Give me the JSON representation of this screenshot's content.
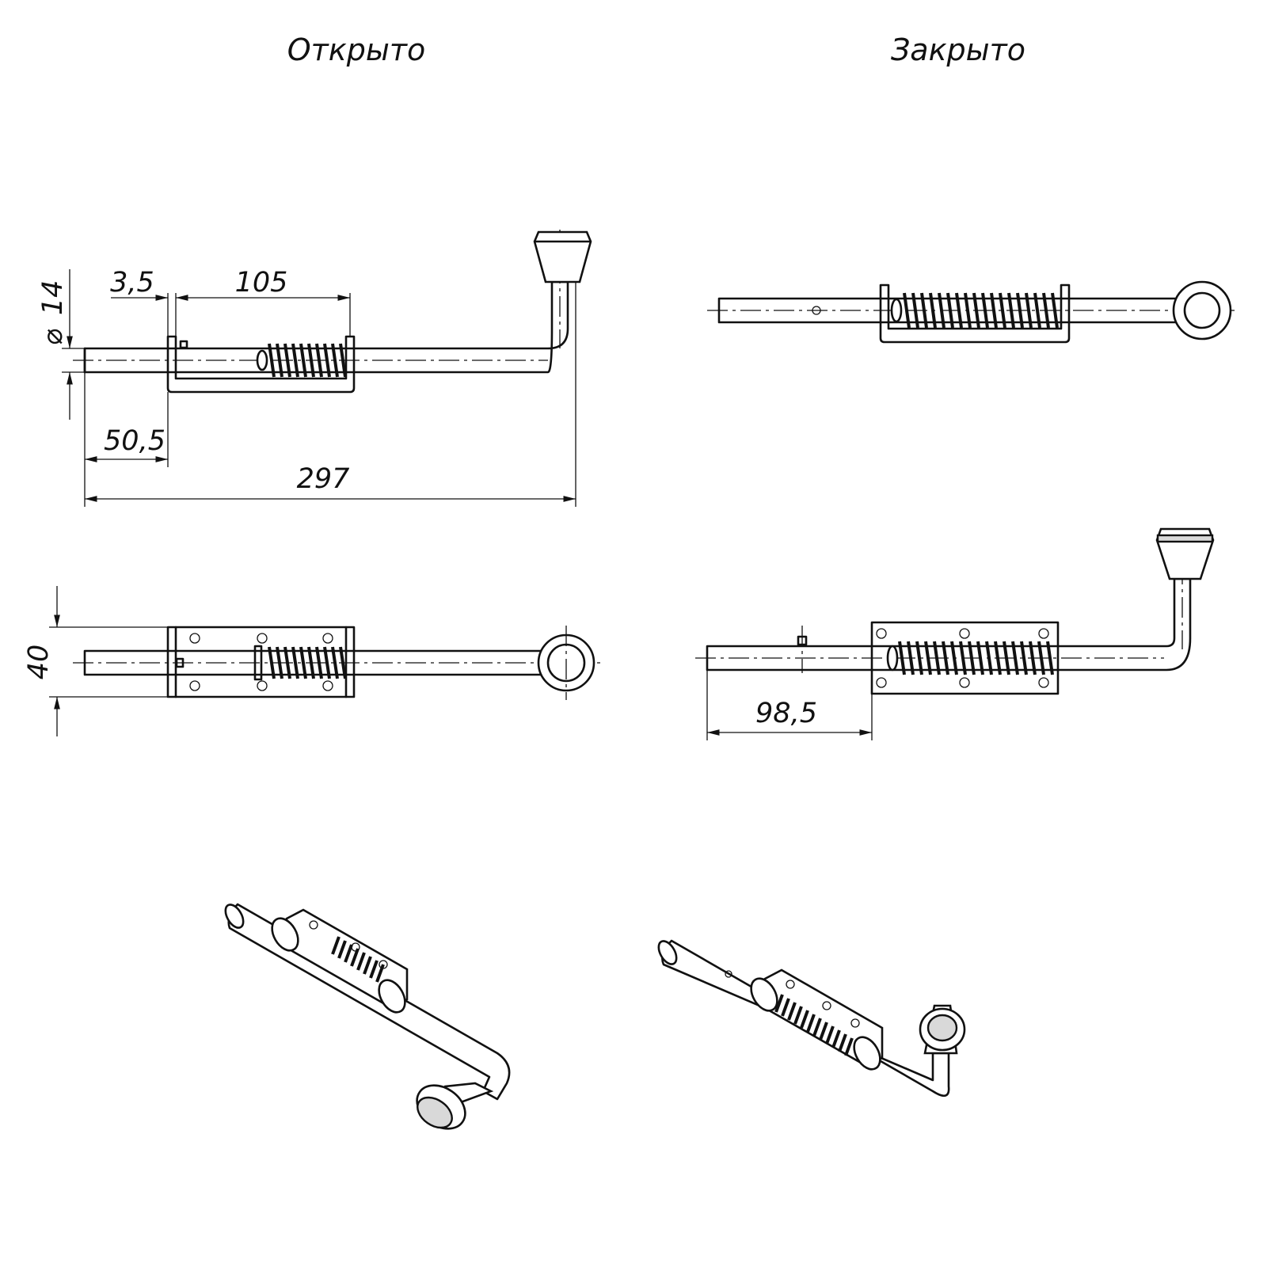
{
  "titles": {
    "open": "Открыто",
    "closed": "Закрыто"
  },
  "dimensions": {
    "diameter_sign": "⌀",
    "diameter": "14",
    "gap": "3,5",
    "spring_len": "105",
    "rod_offset": "50,5",
    "total_len": "297",
    "height": "40",
    "closed_offset": "98,5"
  }
}
